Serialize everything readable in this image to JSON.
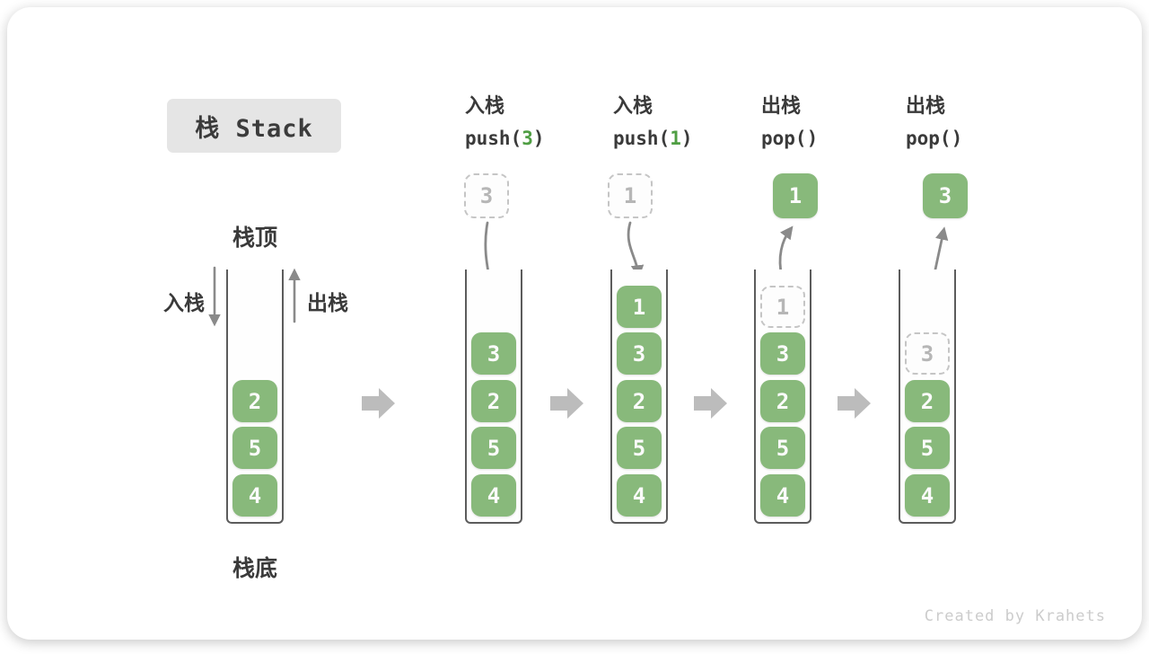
{
  "title": {
    "label": "栈 Stack"
  },
  "labels": {
    "stack_top": "栈顶",
    "stack_bottom": "栈底",
    "push_side": "入栈",
    "pop_side": "出栈"
  },
  "footer": {
    "credit": "Created by Krahets"
  },
  "colors": {
    "box_green": "#88b97b",
    "code_arg_green": "#4f9e43",
    "flow_arrow_gray": "#8a8a8a",
    "step_arrow_gray": "#bcbcbc",
    "text_dark": "#3a3a3a",
    "ghost_gray": "#b6b6b6",
    "title_bg": "#e5e5e5"
  },
  "stacks": [
    {
      "id": "initial",
      "header": null,
      "floating": null,
      "items": [
        {
          "value": "2",
          "ghost": false
        },
        {
          "value": "5",
          "ghost": false
        },
        {
          "value": "4",
          "ghost": false
        }
      ]
    },
    {
      "id": "push-3",
      "header": {
        "op_cjk": "入栈",
        "code_pre": "push(",
        "code_arg": "3",
        "code_post": ")"
      },
      "floating": {
        "value": "3",
        "variant": "dashed"
      },
      "arrow": "push",
      "items": [
        {
          "value": "3",
          "ghost": false
        },
        {
          "value": "2",
          "ghost": false
        },
        {
          "value": "5",
          "ghost": false
        },
        {
          "value": "4",
          "ghost": false
        }
      ]
    },
    {
      "id": "push-1",
      "header": {
        "op_cjk": "入栈",
        "code_pre": "push(",
        "code_arg": "1",
        "code_post": ")"
      },
      "floating": {
        "value": "1",
        "variant": "dashed"
      },
      "arrow": "push",
      "items": [
        {
          "value": "1",
          "ghost": false
        },
        {
          "value": "3",
          "ghost": false
        },
        {
          "value": "2",
          "ghost": false
        },
        {
          "value": "5",
          "ghost": false
        },
        {
          "value": "4",
          "ghost": false
        }
      ]
    },
    {
      "id": "pop-1",
      "header": {
        "op_cjk": "出栈",
        "code_pre": "pop(",
        "code_arg": "",
        "code_post": ")"
      },
      "floating": {
        "value": "1",
        "variant": "solid"
      },
      "arrow": "pop",
      "items": [
        {
          "value": "1",
          "ghost": true
        },
        {
          "value": "3",
          "ghost": false
        },
        {
          "value": "2",
          "ghost": false
        },
        {
          "value": "5",
          "ghost": false
        },
        {
          "value": "4",
          "ghost": false
        }
      ]
    },
    {
      "id": "pop-3",
      "header": {
        "op_cjk": "出栈",
        "code_pre": "pop(",
        "code_arg": "",
        "code_post": ")"
      },
      "floating": {
        "value": "3",
        "variant": "solid"
      },
      "arrow": "pop",
      "items": [
        {
          "value": "3",
          "ghost": true
        },
        {
          "value": "2",
          "ghost": false
        },
        {
          "value": "5",
          "ghost": false
        },
        {
          "value": "4",
          "ghost": false
        }
      ]
    }
  ]
}
